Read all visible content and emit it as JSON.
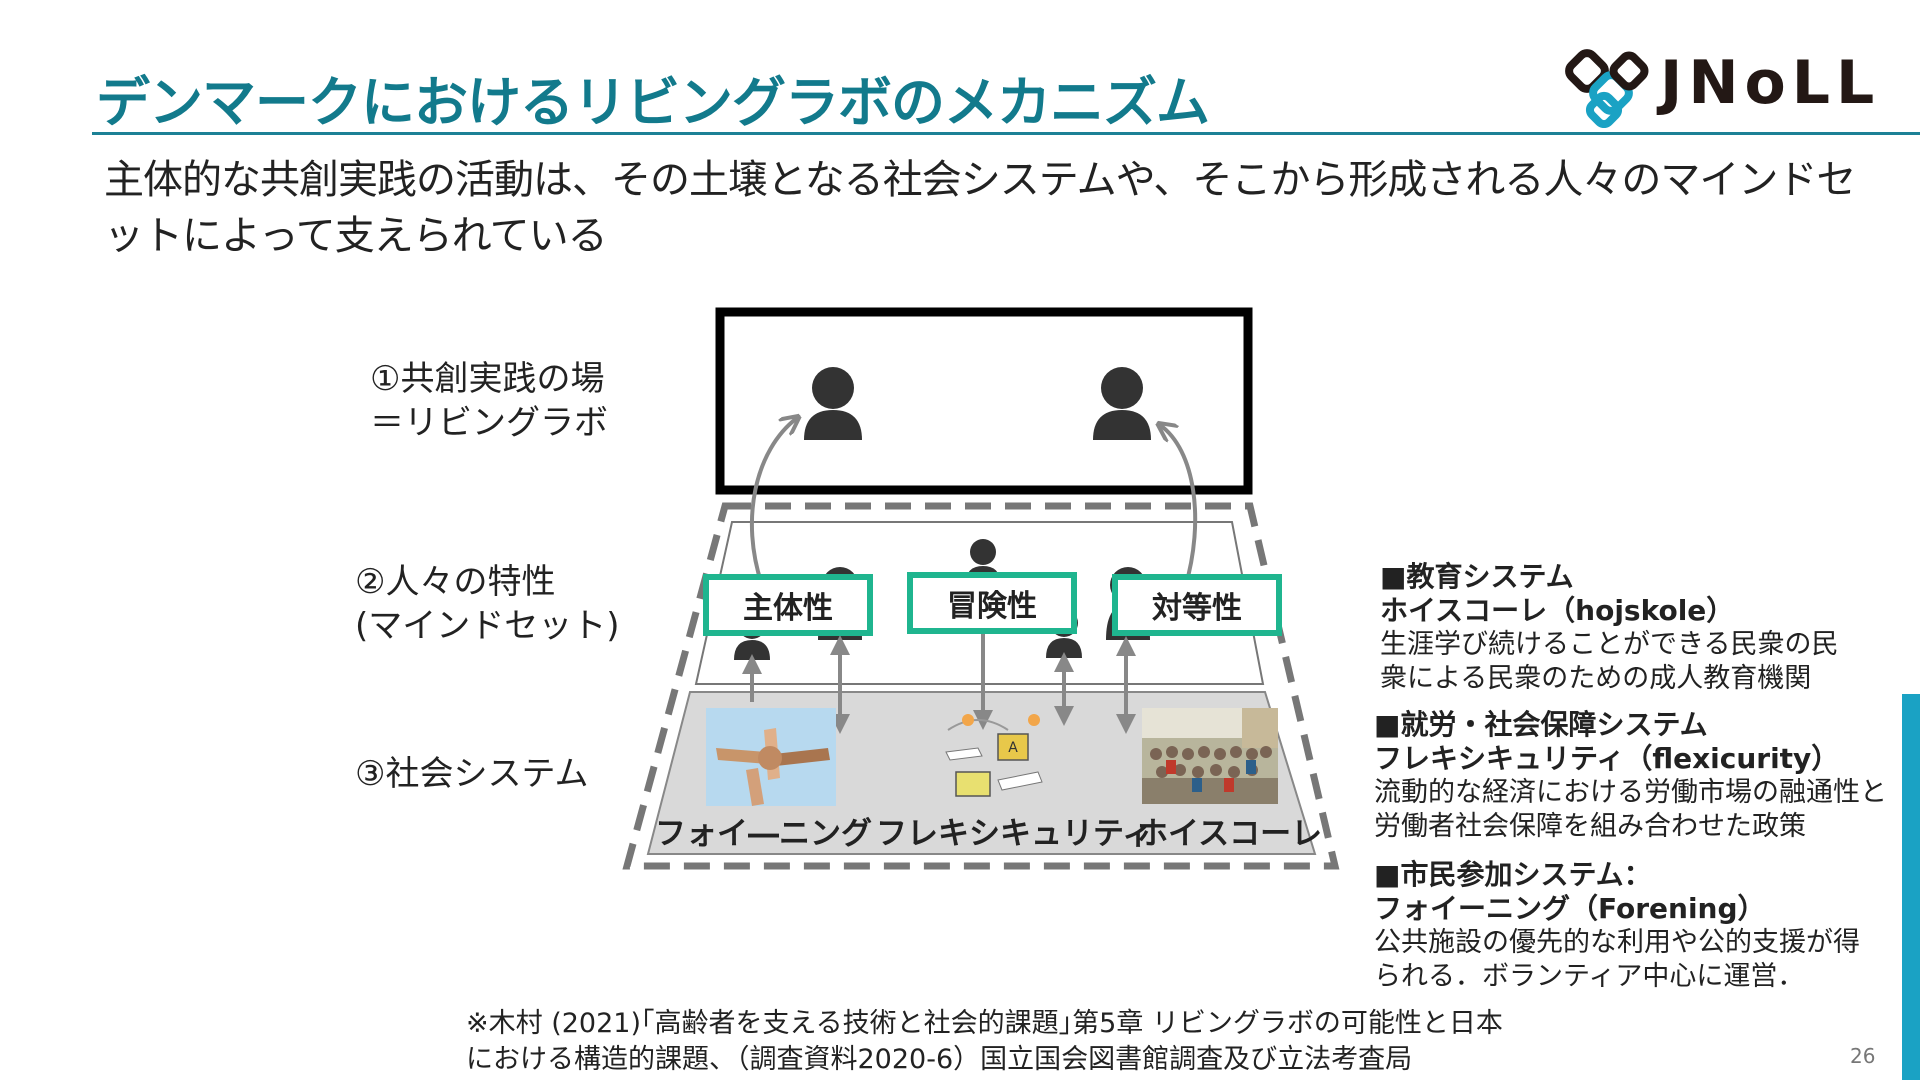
{
  "slide": {
    "title": "デンマークにおけるリビングラボのメカニズム",
    "subtitle": "主体的な共創実践の活動は、その土壌となる社会システムや、そこから形成される人々のマインドセットによって支えられている",
    "logo_text": "JNoLL",
    "page_number": "26"
  },
  "levels": {
    "level1_line1": "①共創実践の場",
    "level1_line2": "＝リビングラボ",
    "level2_line1": "②人々の特性",
    "level2_line2": "(マインドセット)",
    "level3": "③社会システム"
  },
  "traits": [
    "主体性",
    "冒険性",
    "対等性"
  ],
  "systems": [
    "フォイ―ニング",
    "フレキシキュリティ",
    "ホイスコーレ"
  ],
  "details": [
    {
      "heading": "■教育システム",
      "subheading": "ホイスコーレ（hojskole）",
      "body": "生涯学び続けることができる民衆の民衆による民衆のための成人教育機関"
    },
    {
      "heading": "■就労・社会保障システム",
      "subheading": "フレキシキュリティ（flexicurity）",
      "body": "流動的な経済における労働市場の融通性と労働者社会保障を組み合わせた政策"
    },
    {
      "heading": "■市民参加システム：",
      "subheading": "フォイーニング（Forening）",
      "body": "公共施設の優先的な利用や公的支援が得られる．ボランティア中心に運営．"
    }
  ],
  "citation": "※木村 (2021)｢高齢者を支える技術と社会的課題｣第5章 リビングラボの可能性と日本における構造的課題、（調査資料2020-6）国立国会図書館調査及び立法考査局",
  "colors": {
    "title": "#127a8c",
    "trait_border": "#1fb58f",
    "accent_bar": "#1aa2c4"
  }
}
